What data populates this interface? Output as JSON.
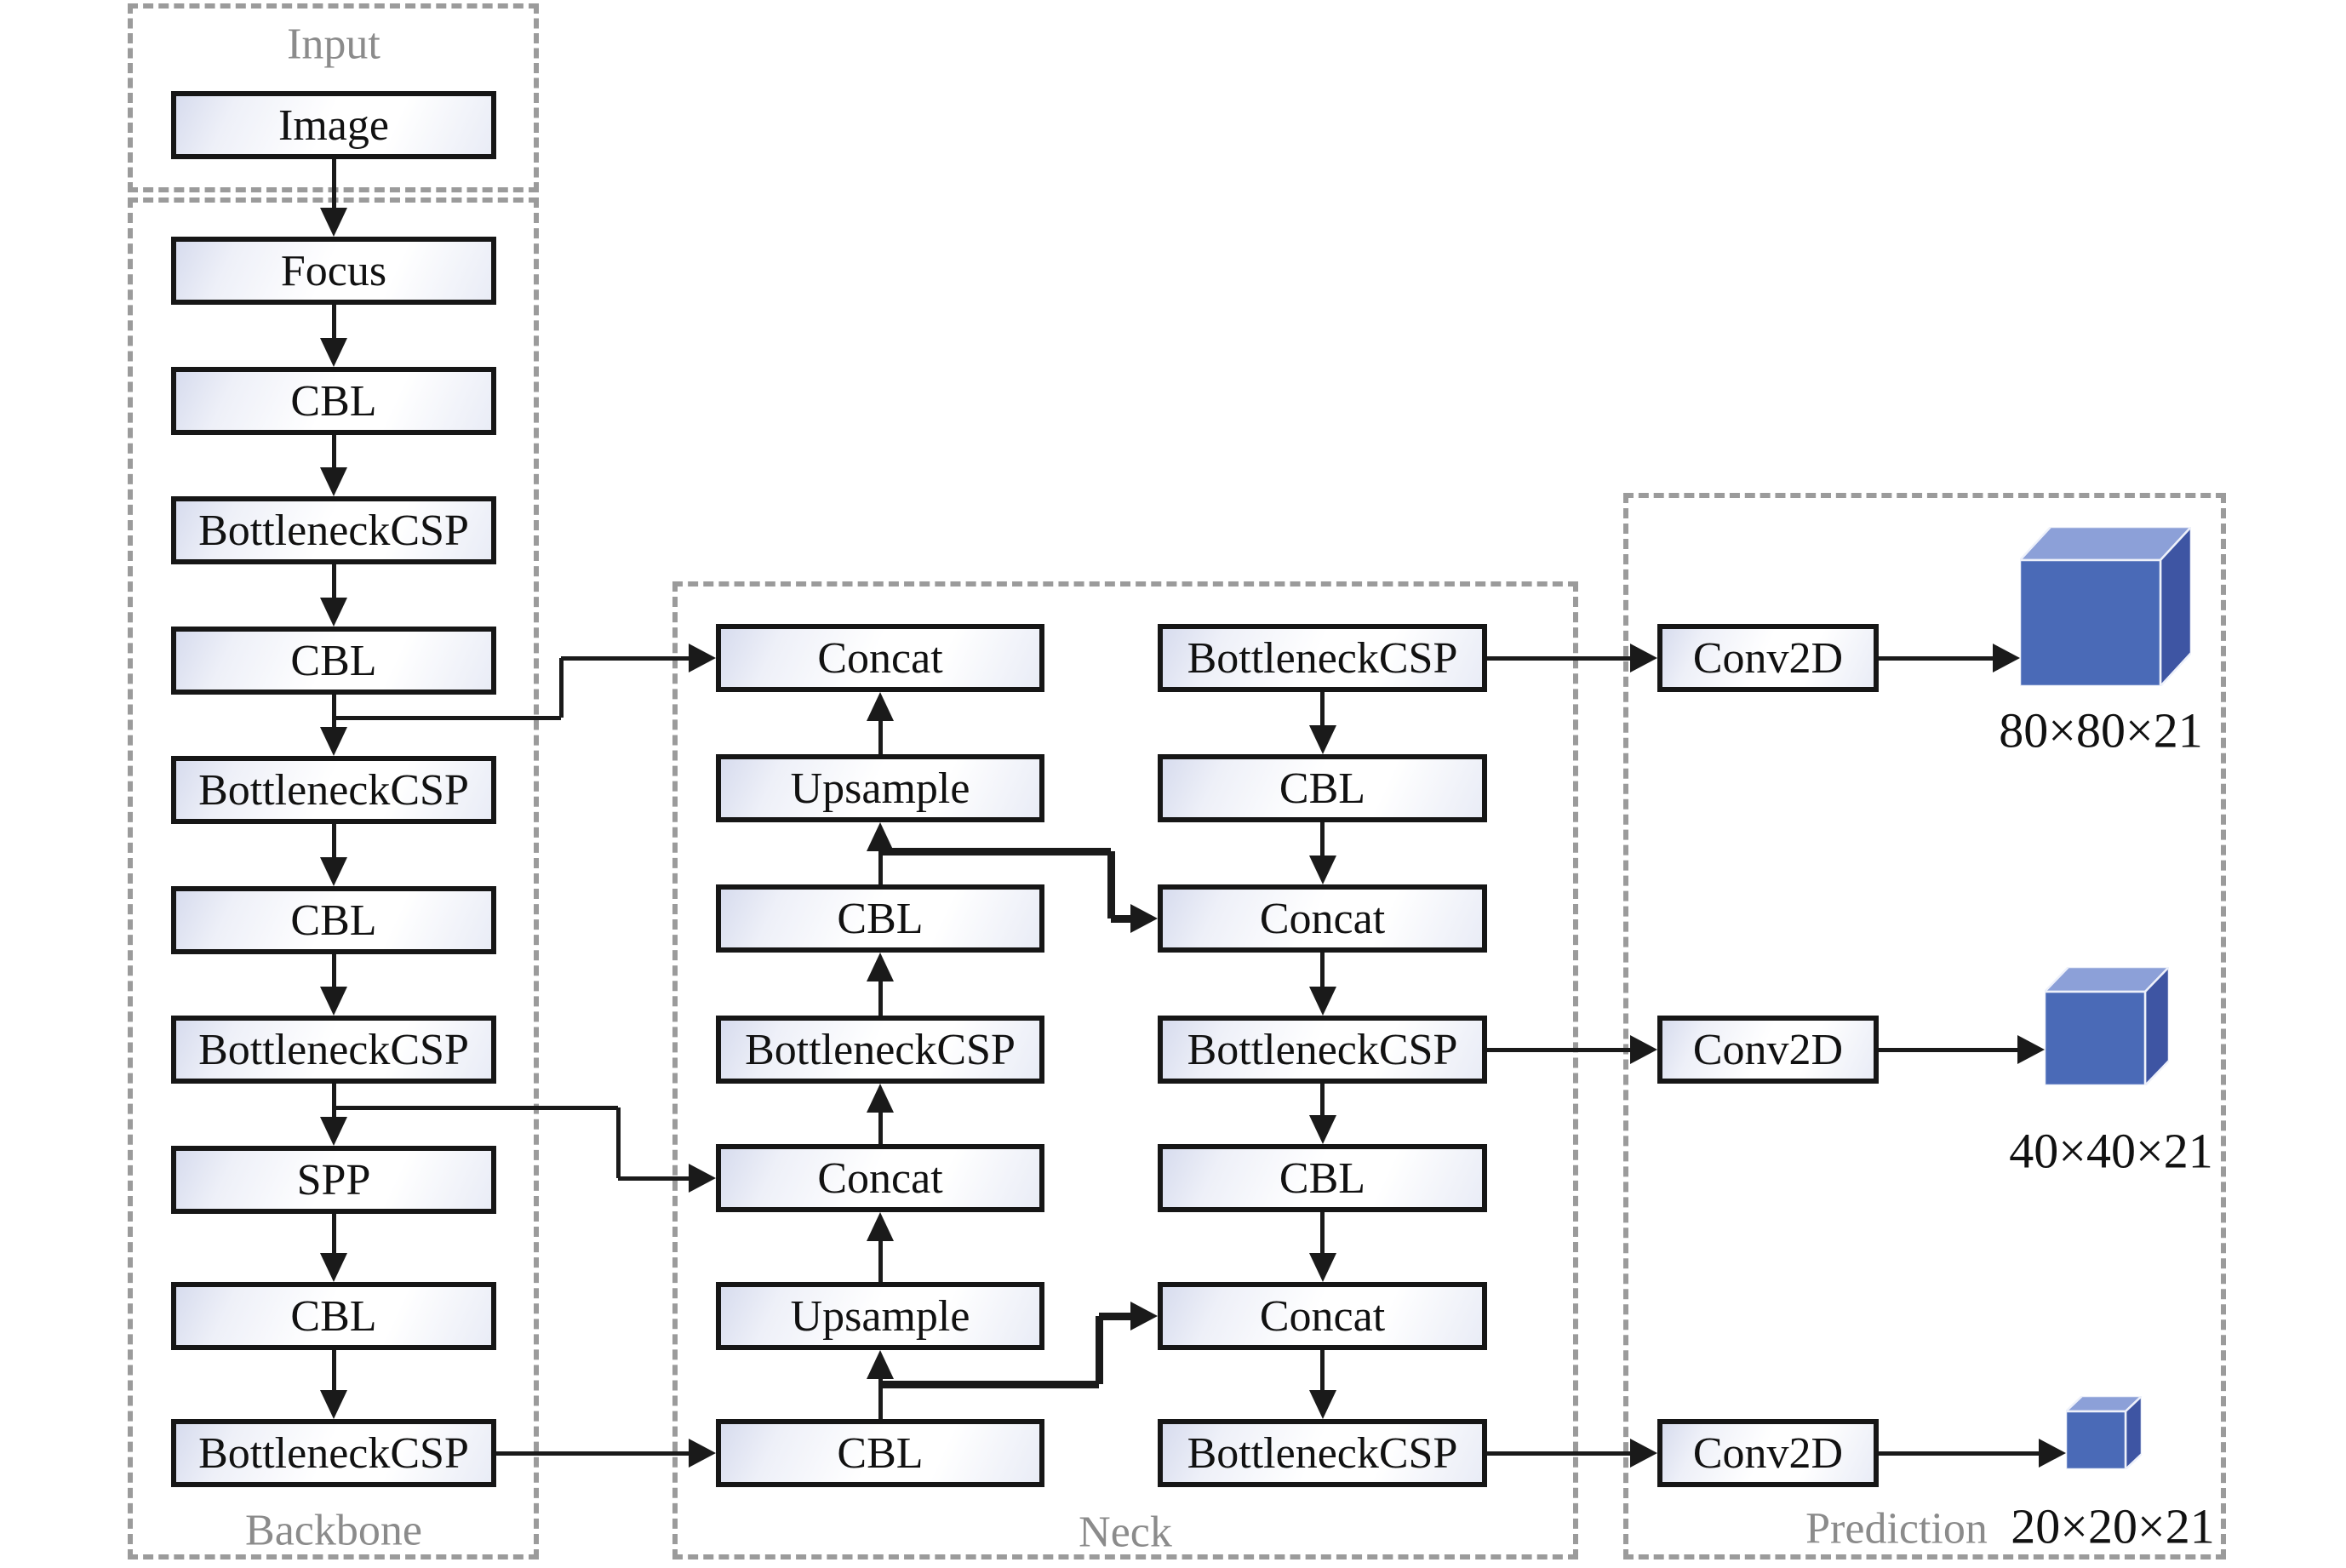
{
  "figure": {
    "type": "network-architecture-diagram"
  },
  "sections": {
    "input": {
      "label": "Input"
    },
    "backbone": {
      "label": "Backbone"
    },
    "neck": {
      "label": "Neck"
    },
    "prediction": {
      "label": "Prediction"
    }
  },
  "input": {
    "nodes": [
      "Image"
    ]
  },
  "backbone": {
    "nodes": [
      "Focus",
      "CBL",
      "BottleneckCSP",
      "CBL",
      "BottleneckCSP",
      "CBL",
      "BottleneckCSP",
      "SPP",
      "CBL",
      "BottleneckCSP"
    ]
  },
  "neck": {
    "left_nodes": [
      "Concat",
      "Upsample",
      "CBL",
      "BottleneckCSP",
      "Concat",
      "Upsample",
      "CBL"
    ],
    "right_nodes": [
      "BottleneckCSP",
      "CBL",
      "Concat",
      "BottleneckCSP",
      "CBL",
      "Concat",
      "BottleneckCSP"
    ]
  },
  "prediction": {
    "conv_nodes": [
      "Conv2D",
      "Conv2D",
      "Conv2D"
    ],
    "outputs": [
      {
        "label": "80×80×21"
      },
      {
        "label": "40×40×21"
      },
      {
        "label": "20×20×21"
      }
    ]
  },
  "colors": {
    "box_border": "#161616",
    "dashed_border": "#9b9b9b",
    "section_label": "#8b8b8b",
    "line": "#1a1a1a",
    "cube_front": "#4a6ab7",
    "cube_top": "#8ca0d8",
    "cube_side": "#3e55a3",
    "cube_edge": "#eef1fa"
  }
}
